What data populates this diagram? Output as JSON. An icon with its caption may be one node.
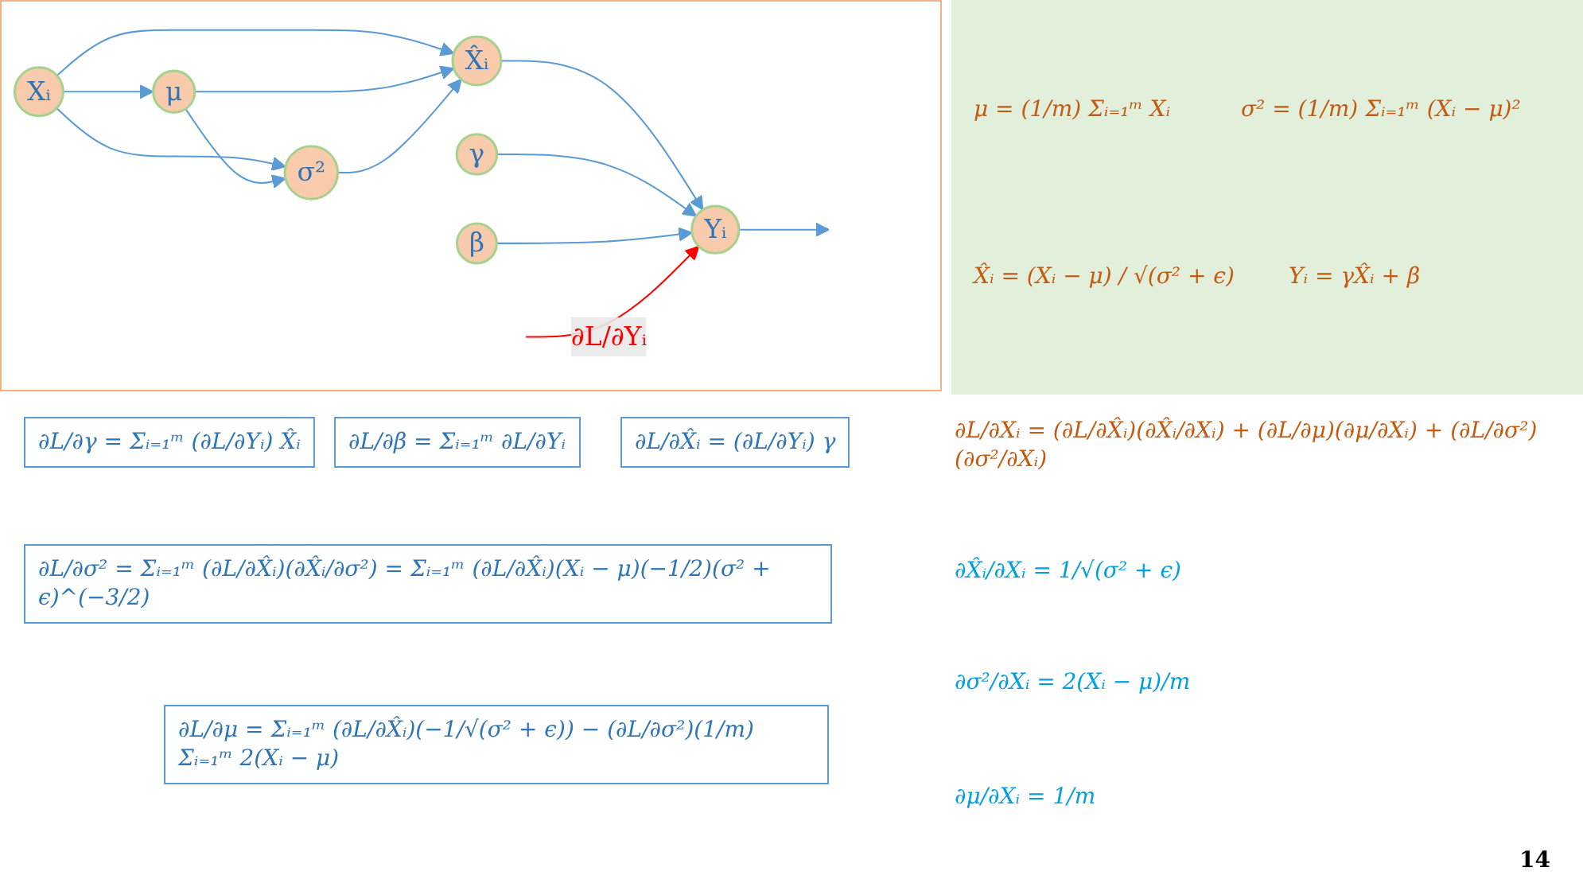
{
  "diagram": {
    "nodes": [
      {
        "text": [
          "γ"
        ]
      },
      {
        "text": [
          "Xᵢ"
        ]
      },
      {
        "text": [
          "μ"
        ]
      },
      {
        "text": [
          "X̂ᵢ"
        ]
      },
      {
        "text": [
          "Yᵢ"
        ]
      },
      {
        "text": [
          "σ²"
        ]
      },
      {
        "text": [
          "β"
        ]
      }
    ],
    "edges": [
      {
        "from": 1,
        "to": 2,
        "arrow": "to"
      },
      {
        "from": 1,
        "to": 3,
        "arrow": "to"
      },
      {
        "from": 1,
        "to": 5,
        "arrow": "to"
      },
      {
        "from": 2,
        "to": 5,
        "arrow": "to"
      },
      {
        "from": 2,
        "to": 3,
        "arrow": "to"
      },
      {
        "from": 5,
        "to": 3,
        "arrow": "to"
      },
      {
        "from": 3,
        "to": 4,
        "arrow": "to"
      },
      {
        "from": 0,
        "to": 4,
        "arrow": "to"
      },
      {
        "from": 6,
        "to": 4,
        "arrow": "to"
      },
      {
        "from": null,
        "to": 4,
        "arrow": "to",
        "label": "∂L/∂Yᵢ",
        "color": "#ff0000"
      },
      {
        "from": 4,
        "to": null,
        "arrow": "to"
      }
    ],
    "labels": [
      "μ = (1/m) Σᵢ₌₁ᵐ Xᵢ",
      "σ² = (1/m) Σᵢ₌₁ᵐ (Xᵢ − μ)²",
      "X̂ᵢ = (Xᵢ − μ) / √(σ² + ϵ)",
      "Yᵢ = γX̂ᵢ + β",
      "∂L/∂γ = Σᵢ₌₁ᵐ (∂L/∂Yᵢ) X̂ᵢ",
      "∂L/∂β = Σᵢ₌₁ᵐ ∂L/∂Yᵢ",
      "∂L/∂X̂ᵢ = (∂L/∂Yᵢ) γ",
      "∂L/∂Xᵢ = (∂L/∂X̂ᵢ)(∂X̂ᵢ/∂Xᵢ) + (∂L/∂μ)(∂μ/∂Xᵢ) + (∂L/∂σ²)(∂σ²/∂Xᵢ)",
      "∂L/∂σ² = Σᵢ₌₁ᵐ (∂L/∂X̂ᵢ)(∂X̂ᵢ/∂σ²) = Σᵢ₌₁ᵐ (∂L/∂X̂ᵢ)(Xᵢ − μ)(−1/2)(σ² + ϵ)^(−3/2)",
      "∂X̂ᵢ/∂Xᵢ = 1/√(σ² + ϵ)",
      "∂σ²/∂Xᵢ = 2(Xᵢ − μ)/m",
      "∂L/∂μ = Σᵢ₌₁ᵐ (∂L/∂X̂ᵢ)(−1/√(σ² + ϵ)) − (∂L/∂σ²)(1/m) Σᵢ₌₁ᵐ 2(Xᵢ − μ)",
      "∂μ/∂Xᵢ = 1/m",
      "14"
    ]
  }
}
